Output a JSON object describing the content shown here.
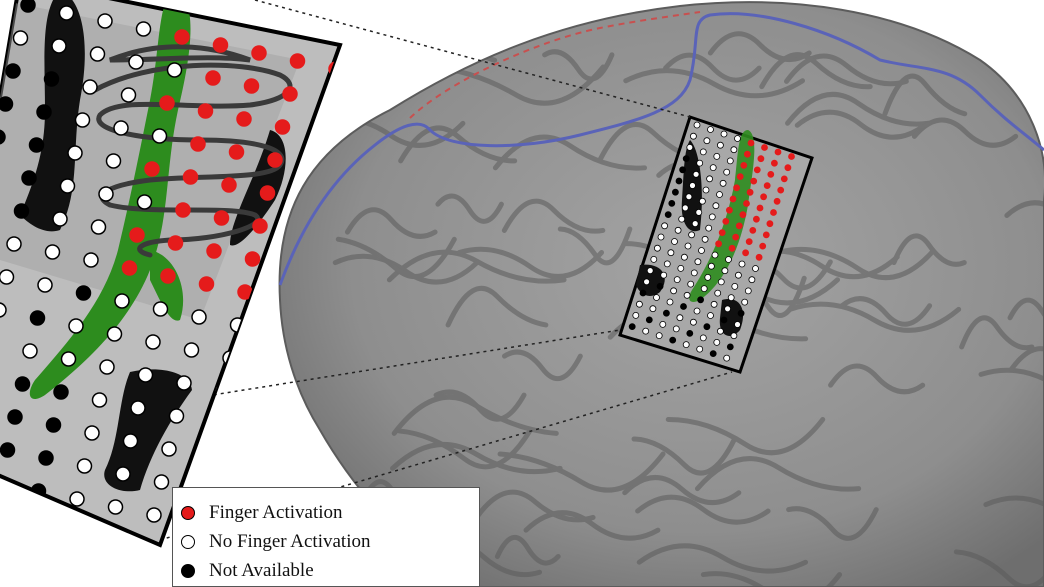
{
  "legend": {
    "items": [
      {
        "label": "Finger Activation",
        "color": "#e51b1b",
        "key": "finger-activation"
      },
      {
        "label": "No Finger Activation",
        "color": "#ffffff",
        "key": "no-finger-activation"
      },
      {
        "label": "Not Available",
        "color": "#000000",
        "key": "not-available"
      }
    ]
  },
  "colors": {
    "brain_gray": "#8c8c8c",
    "central_sulcus_overlay": "#2d8c1e",
    "sulcus_line": "#5a63b8",
    "dashed_arc": "#c8504f",
    "coil_trace": "#3a3a3a"
  }
}
